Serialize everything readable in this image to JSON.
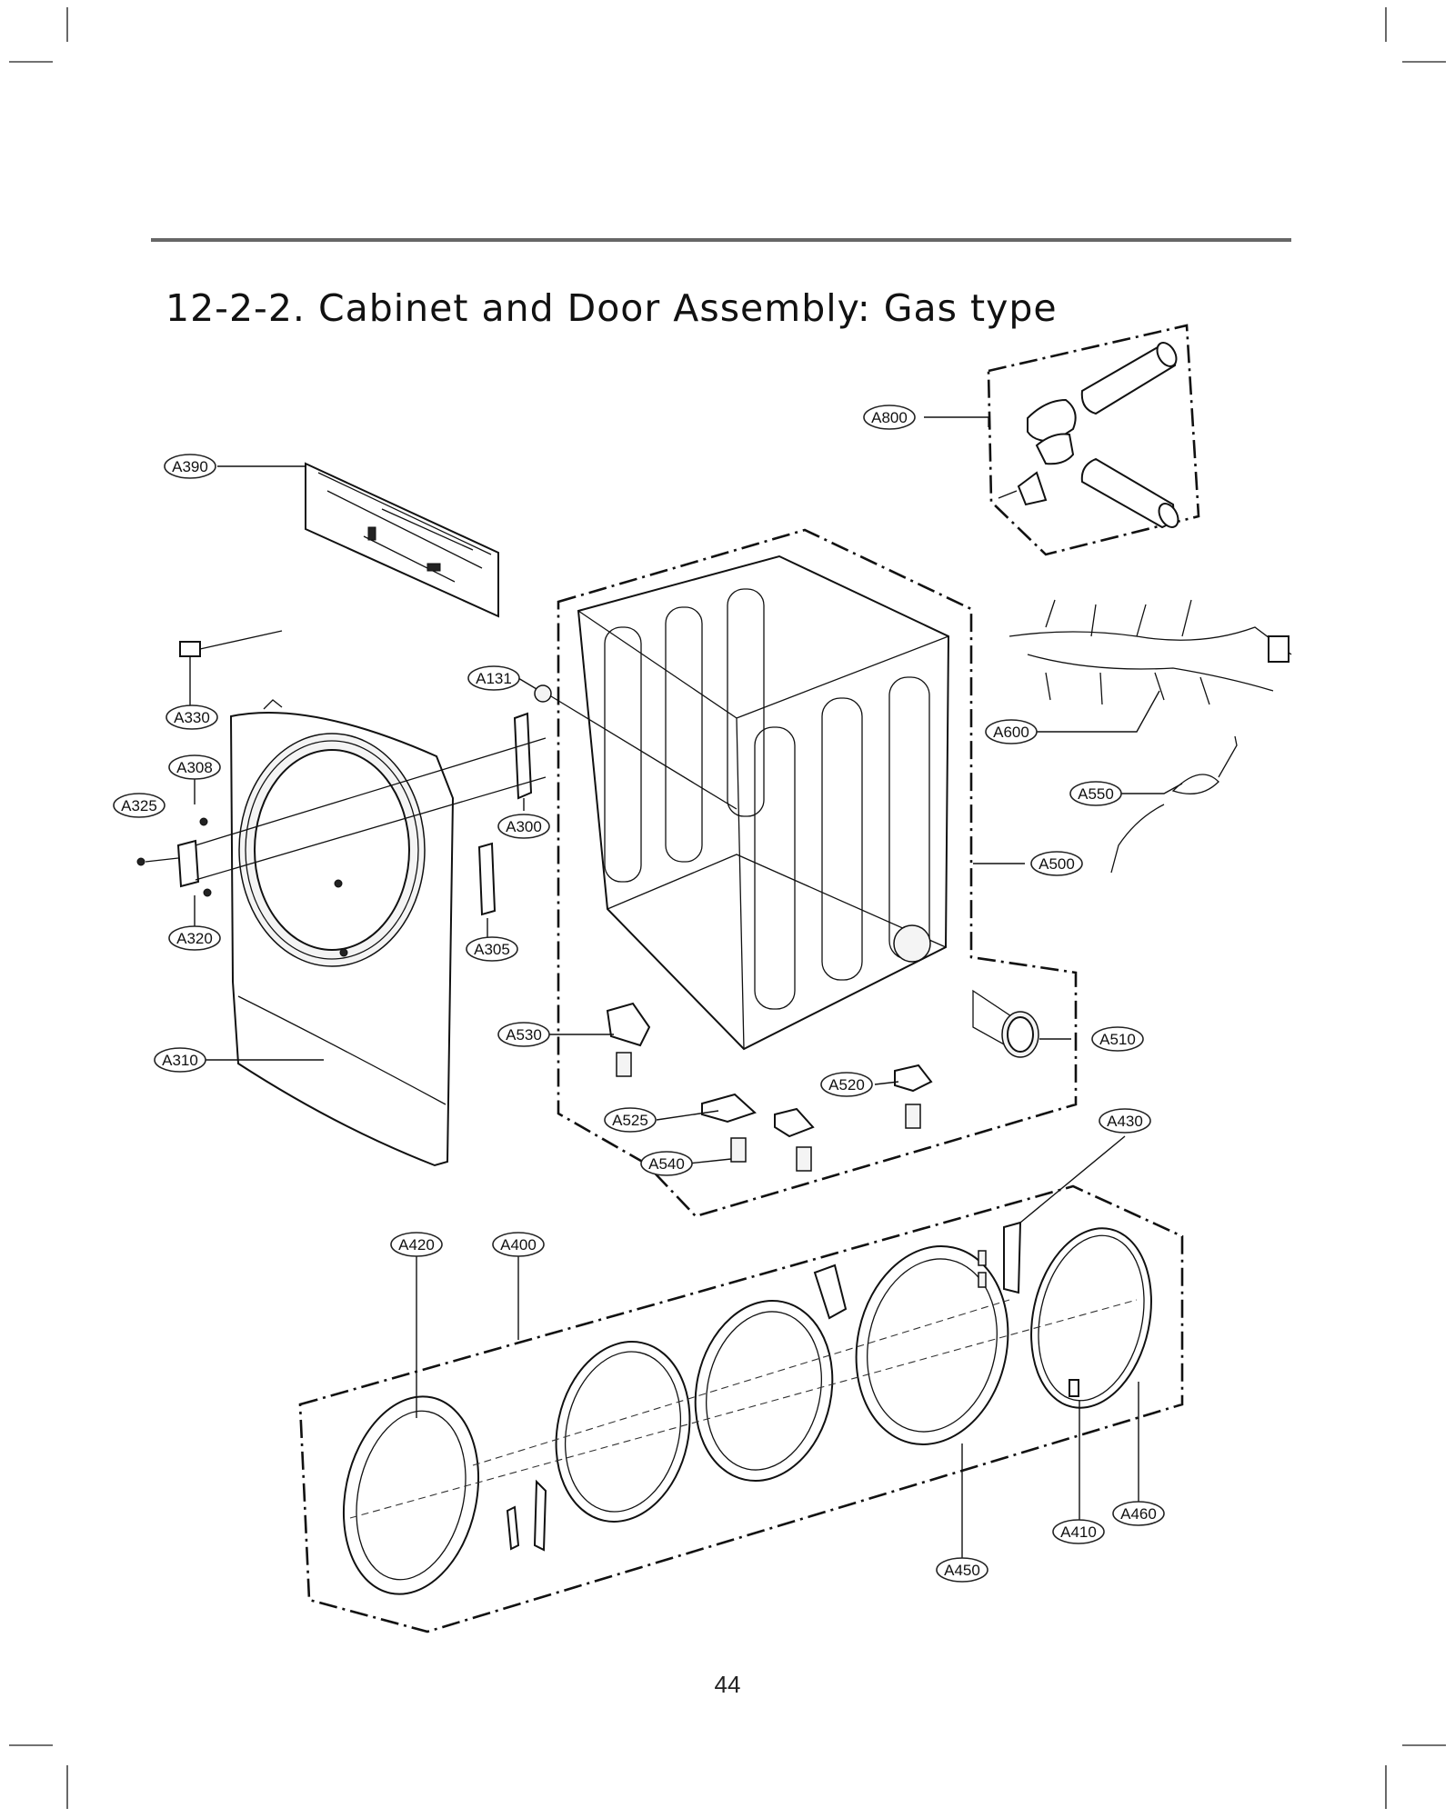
{
  "header": {
    "title": "12-2-2. Cabinet and Door Assembly: Gas type"
  },
  "footer": {
    "page_number": "44"
  },
  "callouts": {
    "A800": "A800",
    "A390": "A390",
    "A131": "A131",
    "A330": "A330",
    "A600": "A600",
    "A308": "A308",
    "A325": "A325",
    "A300": "A300",
    "A550": "A550",
    "A500": "A500",
    "A320": "A320",
    "A305": "A305",
    "A530": "A530",
    "A510": "A510",
    "A310": "A310",
    "A520": "A520",
    "A525": "A525",
    "A430": "A430",
    "A540": "A540",
    "A420": "A420",
    "A400": "A400",
    "A410": "A410",
    "A460": "A460",
    "A450": "A450"
  }
}
